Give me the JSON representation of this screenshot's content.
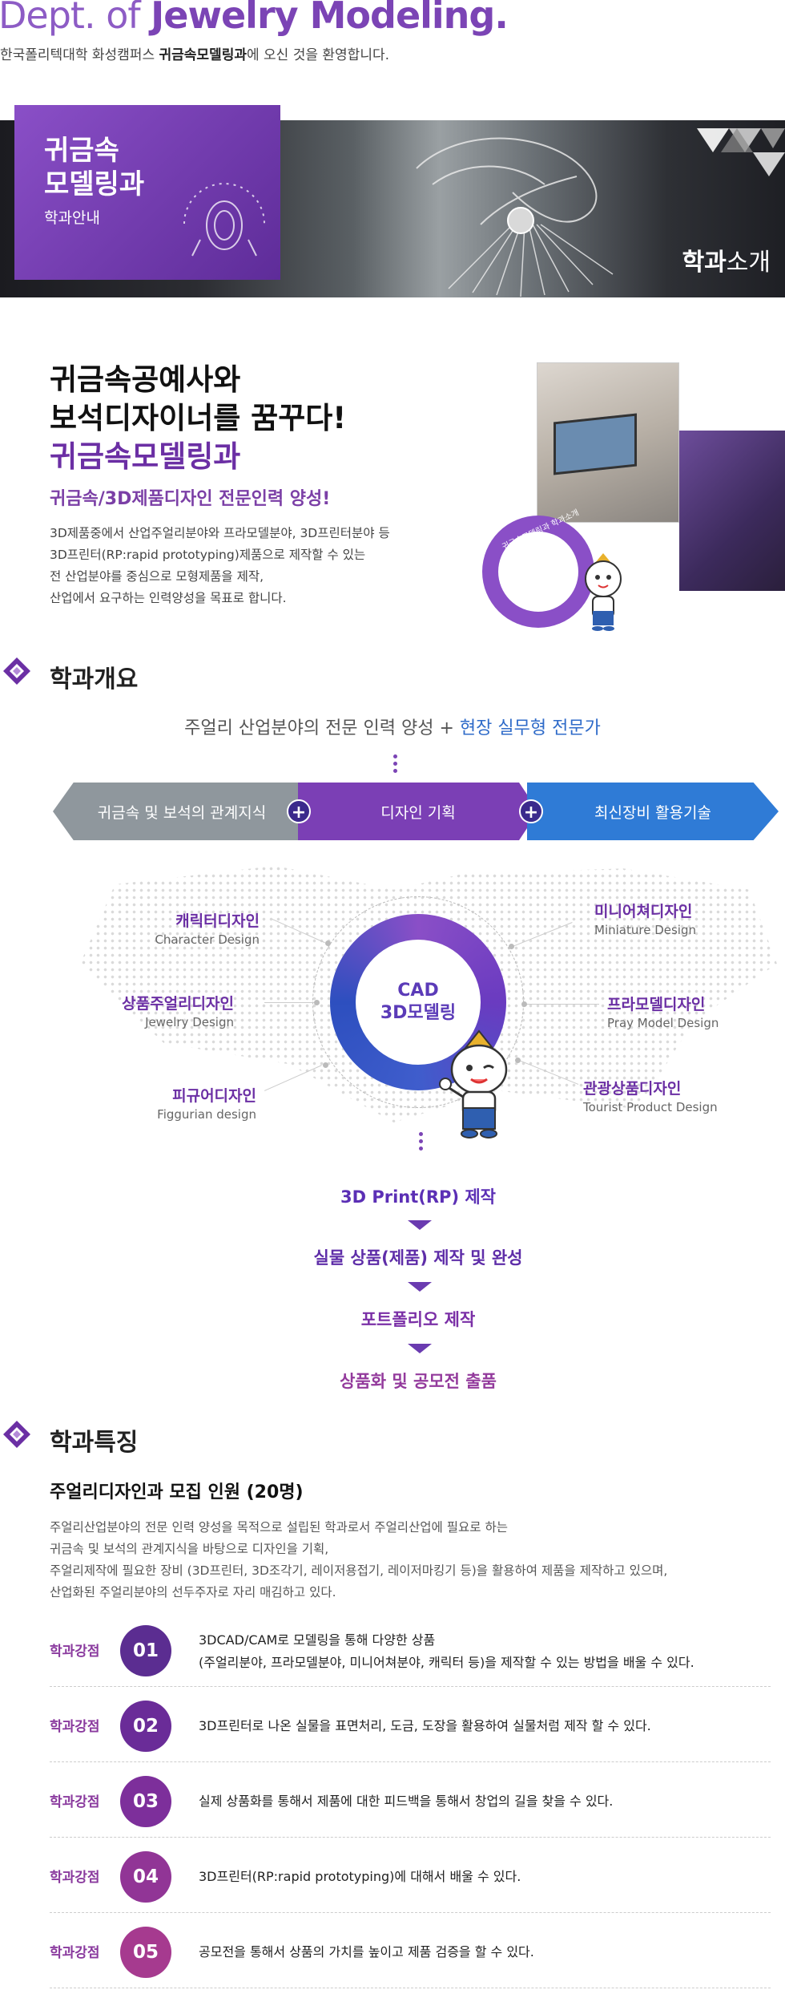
{
  "header": {
    "title_prefix": "Dept. of ",
    "title_main": "Jewelry Modeling.",
    "subtitle_pre": "한국폴리텍대학 화성캠퍼스 ",
    "subtitle_bold": "귀금속모델링과",
    "subtitle_post": "에 오신 것을 환영합니다."
  },
  "banner": {
    "line1": "귀금속",
    "line2": "모델링과",
    "caption": "학과안내",
    "right_bold": "학과",
    "right_thin": "소개"
  },
  "intro": {
    "line1": "귀금속공예사와",
    "line2": "보석디자이너를 꿈꾸다!",
    "line3": "귀금속모델링과",
    "sub": "귀금속/3D제품디자인 전문인력 양성!",
    "p1": "3D제품중에서 산업주얼리분야와 프라모델분야, 3D프린터분야 등",
    "p2": "3D프린터(RP:rapid prototyping)제품으로 제작할 수 있는",
    "p3": "전 산업분야를 중심으로 모형제품을 제작,",
    "p4": "산업에서 요구하는 인력양성을 목표로 합니다.",
    "badge_text": "귀금속모델링과 학과소개"
  },
  "overview": {
    "title": "학과개요",
    "sub_main": "주얼리 산업분야의 전문 인력 양성 + ",
    "sub_blue": "현장 실무형 전문가",
    "bands": [
      "귀금속 및 보석의 관계지식",
      "디자인 기획",
      "최신장비 활용기술"
    ],
    "plus": "+",
    "ring_line1": "CAD",
    "ring_line2": "3D모델링",
    "fields": [
      {
        "ko": "캐릭터디자인",
        "en": "Character Design"
      },
      {
        "ko": "상품주얼리디자인",
        "en": "Jewelry Design"
      },
      {
        "ko": "피규어디자인",
        "en": "Figgurian design"
      },
      {
        "ko": "미니어쳐디자인",
        "en": "Miniature Design"
      },
      {
        "ko": "프라모델디자인",
        "en": "Pray Model Design"
      },
      {
        "ko": "관광상품디자인",
        "en": "Tourist Product Design"
      }
    ],
    "steps": [
      "3D Print(RP) 제작",
      "실물 상품(제품) 제작 및 완성",
      "포트폴리오 제작",
      "상품화 및 공모전 출품"
    ]
  },
  "features": {
    "title": "학과특징",
    "heading": "주얼리디자인과 모집 인원 (20명)",
    "p1": "주얼리산업분야의 전문 인력 양성을 목적으로 설립된 학과로서 주얼리산업에 필요로 하는",
    "p2": "귀금속 및 보석의 관계지식을 바탕으로 디자인을 기획,",
    "p3": "주얼리제작에 필요한 장비 (3D프린터, 3D조각기, 레이저용접기, 레이저마킹기 등)을 활용하여 제품을 제작하고 있으며,",
    "p4": "산업화된 주얼리분야의 선두주자로 자리 매김하고 있다.",
    "tag": "학과강점",
    "rows": [
      {
        "num": "01",
        "desc1": "3DCAD/CAM로 모델링을 통해 다양한 상품",
        "desc2": "(주얼리분야, 프라모델분야, 미니어쳐분야, 캐릭터 등)을 제작할 수 있는 방법을 배울 수 있다."
      },
      {
        "num": "02",
        "desc1": "3D프린터로 나온 실물을 표면처리, 도금, 도장을 활용하여 실물처럼 제작 할 수 있다.",
        "desc2": ""
      },
      {
        "num": "03",
        "desc1": "실제 상품화를 통해서 제품에 대한 피드백을 통해서 창업의 길을 찾을 수 있다.",
        "desc2": ""
      },
      {
        "num": "04",
        "desc1": "3D프린터(RP:rapid prototyping)에 대해서 배울 수 있다.",
        "desc2": ""
      },
      {
        "num": "05",
        "desc1": "공모전을 통해서 상품의 가치를 높이고 제품 검증을 할 수 있다.",
        "desc2": ""
      }
    ]
  },
  "colors": {
    "purple": "#7b44b5",
    "blue": "#2f7bd6",
    "gray_band": "#8f979d",
    "num_circles": [
      "#5b2d91",
      "#6a2c98",
      "#7d2f9b",
      "#913596",
      "#a63a8f"
    ]
  }
}
